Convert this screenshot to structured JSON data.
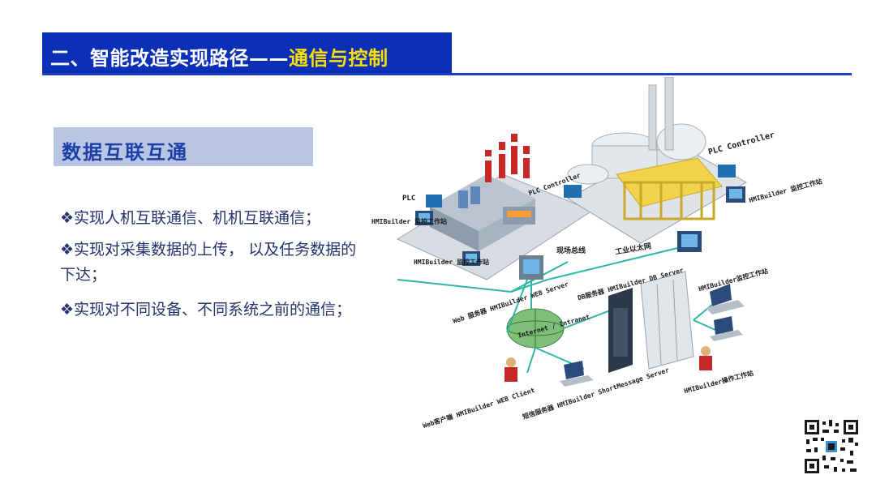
{
  "title": {
    "prefix": "二、智能改造实现路径——",
    "accent": "通信与控制"
  },
  "section_heading": "数据互联互通",
  "bullets": [
    "❖实现人机互联通信、机机互联通信；",
    "❖实现对采集数据的上传， 以及任务数据的下达；",
    "❖实现对不同设备、不同系统之前的通信；"
  ],
  "diagram_labels": {
    "plc_left": "PLC",
    "plc_controller_mid": "PLC Controller",
    "plc_controller_right": "PLC Controller",
    "hmi_left": "HMIBuilder 监控工作站",
    "hmi_left2": "HMIBuilder 监控工作站",
    "hmi_right": "HMIBuilder 监控工作站",
    "field_bus": "现场总线",
    "industrial_ethernet": "工业以太网",
    "web_server": "Web 服务器 HMIBuilder WEB Server",
    "db_server": "DB服务器 HMIBuilder DB Server",
    "hmi_monitor_right": "HMIBuilder监控工作站",
    "internet": "Internet / Intranet",
    "web_client": "Web客户端 HMIBuilder WEB Client",
    "sms_server": "短信服务器 HMIBuilder ShortMessage Server",
    "hmi_operator": "HMIBuilder操作工作站"
  },
  "colors": {
    "title_bar": "#0b2fb5",
    "title_accent": "#ffe000",
    "section_box": "#b8c6e4",
    "body_text": "#22346b",
    "network_line": "#2fb5a6"
  },
  "icons": [
    "qr-code-icon",
    "globe-icon",
    "server-icon",
    "workstation-icon"
  ]
}
